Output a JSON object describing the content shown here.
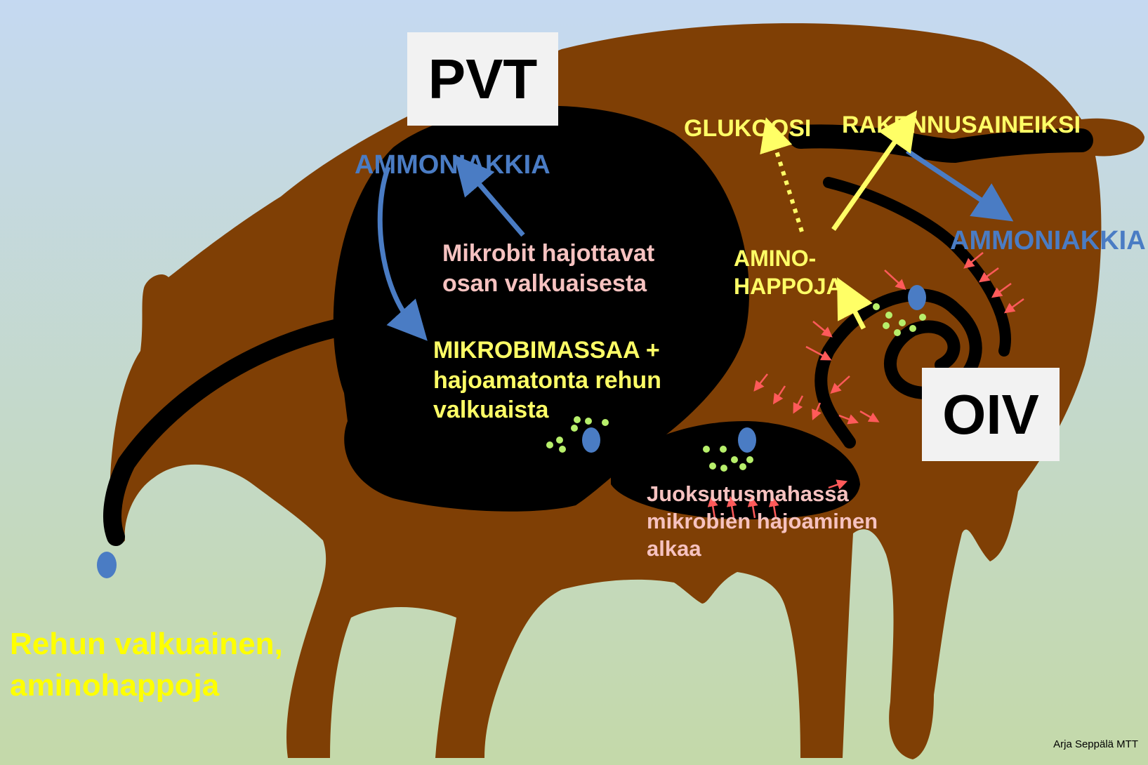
{
  "colors": {
    "sky_top": "#c5d9f1",
    "ground": "#c4d9a9",
    "body": "#7f3f05",
    "organ": "#000000",
    "ammonia": "#4a7cc4",
    "amino": "#ffff66",
    "arrow_red": "#ff5a5a",
    "dots": "#b7ef6b"
  },
  "labels": {
    "pvt": "PVT",
    "oiv": "OIV",
    "ammonia_left": "AMMONIAKKIA",
    "ammonia_right": "AMMONIAKKIA",
    "glucose": "GLUKOOSI",
    "building": "RAKENNUSAINEIKSI",
    "amino_line1": "AMINO-",
    "amino_line2": "HAPPOJA",
    "microbes_line1": "Mikrobit hajottavat",
    "microbes_line2": "osan valkuaisesta",
    "biomass_line1": "MIKROBIMASSAA +",
    "biomass_line2": "hajoamatonta rehun",
    "biomass_line3": "valkuaista",
    "abomasum_line1": "Juoksutusmahassa",
    "abomasum_line2": "mikrobien hajoaminen",
    "abomasum_line3": "alkaa",
    "feed_line1": "Rehun valkuainen,",
    "feed_line2": "aminohappoja",
    "credit": "Arja Seppälä MTT"
  },
  "icons": {
    "molecule": "blue-oval-icon",
    "amino_acid": "green-dot-icon"
  }
}
